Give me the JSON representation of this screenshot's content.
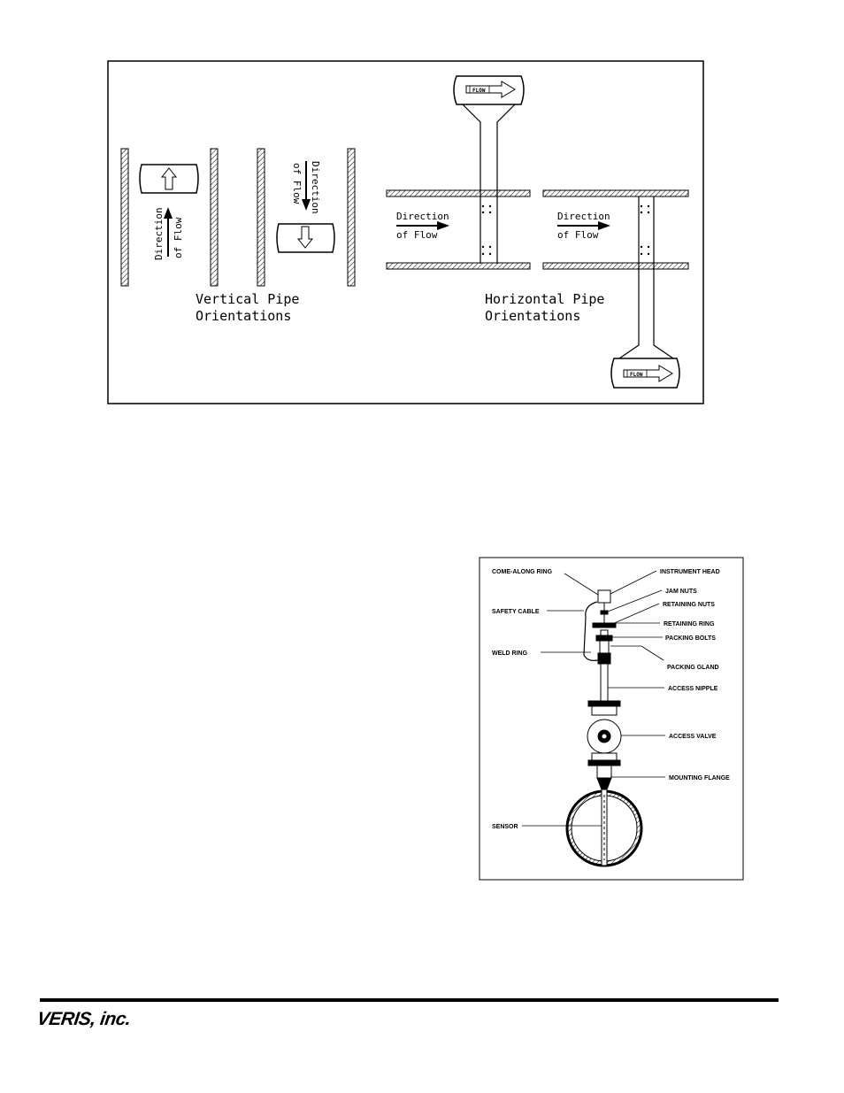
{
  "figure1": {
    "vertical_label": [
      "Vertical Pipe",
      "Orientations"
    ],
    "horizontal_label": [
      "Horizontal Pipe",
      "Orientations"
    ],
    "direction_label": [
      "Direction",
      "of Flow"
    ],
    "flow_tag": "FLOW"
  },
  "figure2": {
    "callouts": {
      "come_along_ring": "COME-ALONG RING",
      "instrument_head": "INSTRUMENT HEAD",
      "jam_nuts": "JAM NUTS",
      "retaining_nuts": "RETAINING NUTS",
      "safety_cable": "SAFETY CABLE",
      "retaining_ring": "RETAINING RING",
      "packing_bolts": "PACKING BOLTS",
      "weld_ring": "WELD RING",
      "packing_gland": "PACKING GLAND",
      "access_nipple": "ACCESS NIPPLE",
      "access_valve": "ACCESS VALVE",
      "mounting_flange": "MOUNTING FLANGE",
      "sensor": "SENSOR"
    }
  },
  "footer": {
    "logo": "VERIS, inc."
  }
}
